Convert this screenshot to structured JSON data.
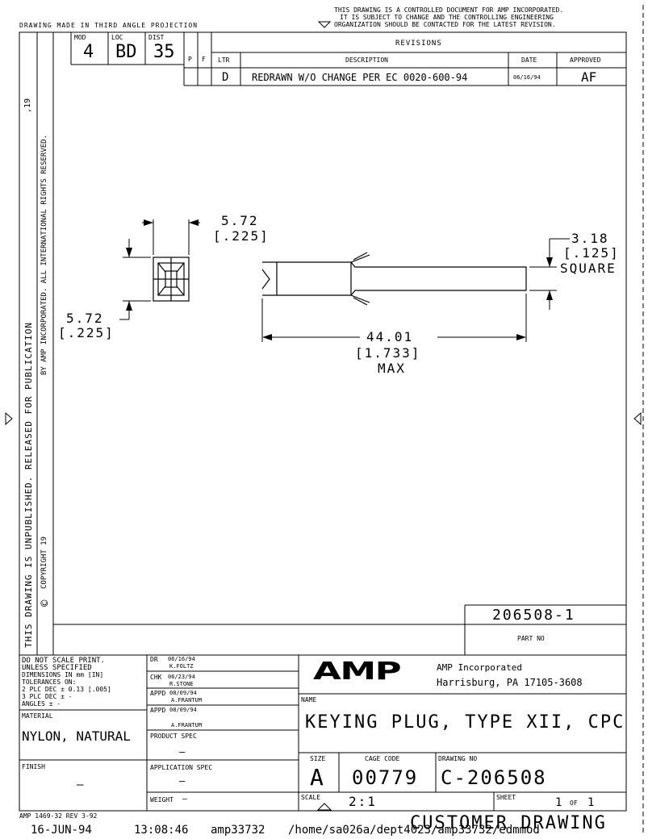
{
  "header": {
    "projection_note": "DRAWING MADE IN THIRD ANGLE PROJECTION",
    "control_note_1": "THIS DRAWING IS A CONTROLLED DOCUMENT FOR AMP INCORPORATED.",
    "control_note_2": "IT IS SUBJECT TO CHANGE AND THE CONTROLLING ENGINEERING",
    "control_note_3": "ORGANIZATION SHOULD BE CONTACTED FOR THE LATEST REVISION."
  },
  "codes": {
    "mod_label": "MOD",
    "mod_value": "4",
    "loc_label": "LOC",
    "loc_value": "BD",
    "dist_label": "DIST",
    "dist_value": "35",
    "p_label": "P",
    "f_label": "F"
  },
  "revisions": {
    "title": "REVISIONS",
    "headers": {
      "ltr": "LTR",
      "description": "DESCRIPTION",
      "date": "DATE",
      "approved": "APPROVED"
    },
    "rows": [
      {
        "ltr": "D",
        "description": "REDRAWN W/O CHANGE PER EC 0020-600-94",
        "date": "06/16/94",
        "approved": "AF"
      }
    ]
  },
  "side_notes": {
    "outer": "THIS DRAWING IS UNPUBLISHED.   RELEASED FOR PUBLICATION",
    "year_outer": ",19",
    "inner": "BY AMP INCORPORATED.  ALL INTERNATIONAL RIGHTS RESERVED.",
    "copyright": "COPYRIGHT 19",
    "copyright_symbol": "©"
  },
  "dimensions": {
    "width_mm": "5.72",
    "width_in": "[.225]",
    "height_mm": "5.72",
    "height_in": "[.225]",
    "length_mm": "44.01",
    "length_in": "[1.733]",
    "length_note": "MAX",
    "square_mm": "3.18",
    "square_in": "[.125]",
    "square_note": "SQUARE"
  },
  "part": {
    "number": "206508-1",
    "label": "PART NO"
  },
  "tolerances": {
    "line1": "DO NOT SCALE PRINT.",
    "line2": "UNLESS SPECIFIED",
    "line3": "DIMENSIONS IN mm [IN]",
    "line4": "TOLERANCES ON:",
    "line5": "2 PLC DEC ±  0.13 [.005]",
    "line6": "3 PLC DEC ±  -",
    "line7": "ANGLES     ±  -"
  },
  "material": {
    "label": "MATERIAL",
    "value": "NYLON, NATURAL"
  },
  "finish": {
    "label": "FINISH",
    "value": "–"
  },
  "approvals": {
    "dr_label": "DR",
    "dr_date": "06/16/94",
    "dr_name": "K.FOLTZ",
    "chk_label": "CHK",
    "chk_date": "06/23/94",
    "chk_name": "R.STONE",
    "appd1_label": "APPD",
    "appd1_date": "08/09/94",
    "appd1_name": "A.FRANTUM",
    "appd2_label": "APPD",
    "appd2_date": "08/09/94",
    "appd2_name": "A.FRANTUM"
  },
  "specs": {
    "product_label": "PRODUCT SPEC",
    "product_value": "–",
    "application_label": "APPLICATION SPEC",
    "application_value": "–",
    "weight_label": "WEIGHT",
    "weight_value": "–"
  },
  "company": {
    "logo": "AMP",
    "name": "AMP Incorporated",
    "address": "Harrisburg, PA 17105-3608"
  },
  "title_block": {
    "name_label": "NAME",
    "name_value": "KEYING PLUG, TYPE XII, CPC",
    "size_label": "SIZE",
    "size_value": "A",
    "cage_label": "CAGE CODE",
    "cage_value": "00779",
    "drawing_label": "DRAWING NO",
    "drawing_value": "C-206508",
    "scale_label": "SCALE",
    "scale_value": "2:1",
    "sheet_label": "SHEET",
    "sheet_value": "1",
    "sheet_of": "OF",
    "sheet_total": "1"
  },
  "footer": {
    "form": "AMP 1469-32 REV 3-92",
    "date": "16-JUN-94",
    "time": "13:08:46",
    "user": "amp33732",
    "path": "/home/sa026a/dept4023/amp33732/edmmod",
    "stamp": "CUSTOMER DRAWING"
  }
}
